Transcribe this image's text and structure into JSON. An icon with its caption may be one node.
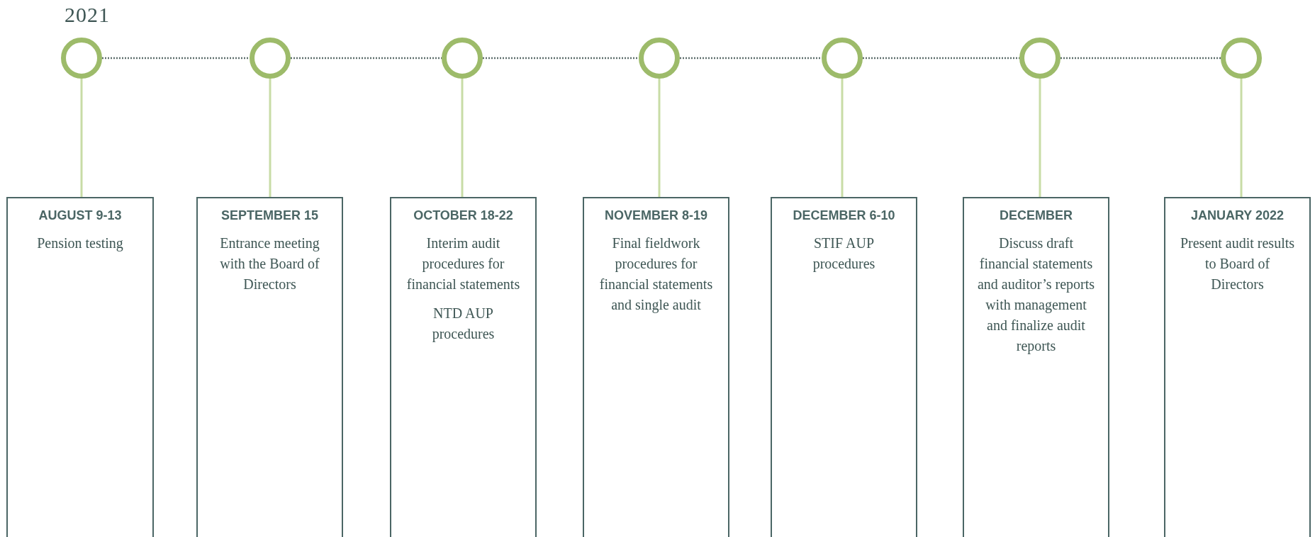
{
  "diagram": {
    "nodes": [
      {
        "text": [],
        "shape": "circle"
      },
      {
        "text": [],
        "shape": "circle"
      },
      {
        "text": [],
        "shape": "circle"
      },
      {
        "text": [],
        "shape": "circle"
      },
      {
        "text": [],
        "shape": "circle"
      },
      {
        "text": [],
        "shape": "circle"
      },
      {
        "text": [],
        "shape": "circle"
      },
      {
        "text": [
          "AUGUST 9-13",
          "Pension testing"
        ]
      },
      {
        "text": [
          "SEPTEMBER 15",
          "Entrance meeting with the Board of Directors"
        ]
      },
      {
        "text": [
          "OCTOBER 18-22",
          "Interim audit procedures for financial statements",
          "NTD AUP procedures"
        ]
      },
      {
        "text": [
          "NOVEMBER 8-19",
          "Final fieldwork procedures for financial statements and single audit"
        ]
      },
      {
        "text": [
          "DECEMBER 6-10",
          "STIF AUP procedures"
        ]
      },
      {
        "text": [
          "DECEMBER",
          "Discuss draft financial statements and auditor’s reports with management and finalize audit reports"
        ]
      },
      {
        "text": [
          "JANUARY 2022",
          "Present audit results to Board of Directors"
        ]
      }
    ],
    "edges": [
      {
        "from": 0,
        "to": 1,
        "arrow": "none",
        "style": "dashed",
        "color": "#5d6e6b"
      },
      {
        "from": 1,
        "to": 2,
        "arrow": "none",
        "style": "dashed",
        "color": "#5d6e6b"
      },
      {
        "from": 2,
        "to": 3,
        "arrow": "none",
        "style": "dashed",
        "color": "#5d6e6b"
      },
      {
        "from": 3,
        "to": 4,
        "arrow": "none",
        "style": "dashed",
        "color": "#5d6e6b"
      },
      {
        "from": 4,
        "to": 5,
        "arrow": "none",
        "style": "dashed",
        "color": "#5d6e6b"
      },
      {
        "from": 5,
        "to": 6,
        "arrow": "none",
        "style": "dashed",
        "color": "#5d6e6b"
      },
      {
        "from": 0,
        "to": 7,
        "arrow": "none"
      },
      {
        "from": 1,
        "to": 8,
        "arrow": "none"
      },
      {
        "from": 2,
        "to": 9,
        "arrow": "none"
      },
      {
        "from": 3,
        "to": 10,
        "arrow": "none"
      },
      {
        "from": 4,
        "to": 11,
        "arrow": "none"
      },
      {
        "from": 5,
        "to": 12,
        "arrow": "none"
      },
      {
        "from": 6,
        "to": 13,
        "arrow": "none"
      }
    ],
    "labels": [
      "2021"
    ]
  }
}
